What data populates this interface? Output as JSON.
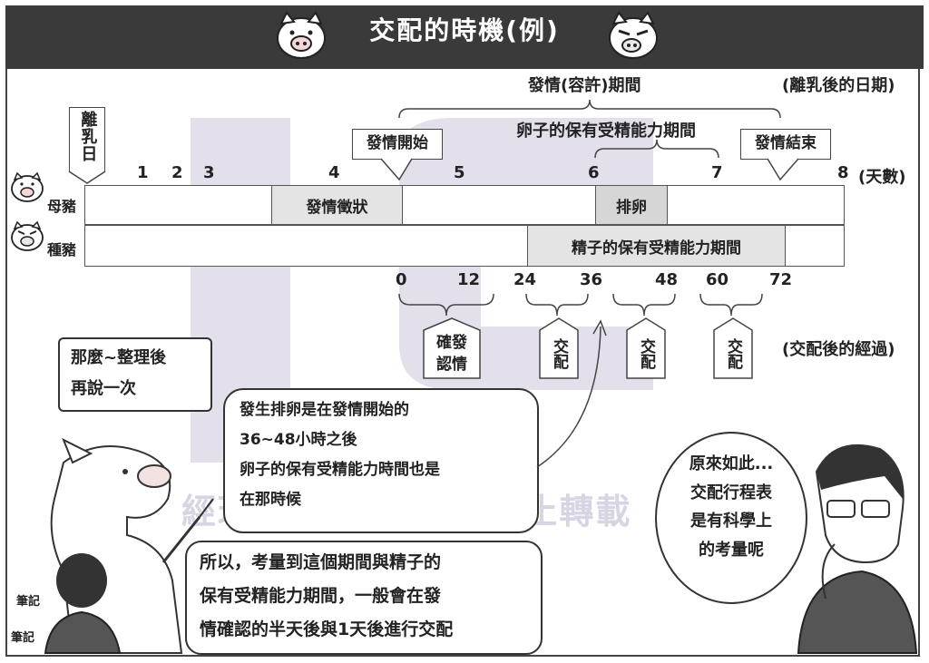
{
  "title": "交配的時機(例)",
  "top_labels": {
    "estrus_period": "發情(容許)期間",
    "date_axis_label": "(離乳後的日期)",
    "ovum_period": "卵子的保有受精能力期間",
    "weaning_day": "離乳日",
    "estrus_start": "發情開始",
    "estrus_end": "發情結束",
    "days_unit": "(天數)"
  },
  "day_ticks": [
    "1",
    "2",
    "3",
    "4",
    "5",
    "6",
    "7",
    "8"
  ],
  "rows": {
    "sow": {
      "label": "母豬",
      "segments": [
        "發情徵狀",
        "排卵"
      ]
    },
    "boar": {
      "label": "種豬",
      "segments": [
        "精子的保有受精能力期間"
      ]
    }
  },
  "hour_ticks": [
    "0",
    "12",
    "24",
    "36",
    "48",
    "60",
    "72"
  ],
  "mating_tags": {
    "confirm": "確發認情",
    "mate_1": "交配",
    "mate_2": "交配",
    "mate_3": "交配"
  },
  "hour_axis_label": "(交配後的經過)",
  "speech": {
    "pig_intro": [
      "那麼~整理後",
      "再說一次"
    ],
    "explain": [
      "發生排卵是在發情開始的",
      "36~48小時之後",
      "卵子的保有受精能力時間也是",
      "在那時候"
    ],
    "conclusion": [
      "所以，考量到這個期間與精子的",
      "保有受精能力期間，一般會在發",
      "情確認的半天後與1天後進行交配"
    ],
    "man_thought": [
      "原來如此...",
      "交配行程表",
      "是有科學上",
      "的考量呢"
    ]
  },
  "note_labels": [
    "筆記",
    "筆記"
  ],
  "watermark": "經理智易教育資料·禁止轉載",
  "colors": {
    "title_bg": "#3a3a3a",
    "segment_fill": "#e4e4e4",
    "watermark": "#b9b3cc"
  }
}
